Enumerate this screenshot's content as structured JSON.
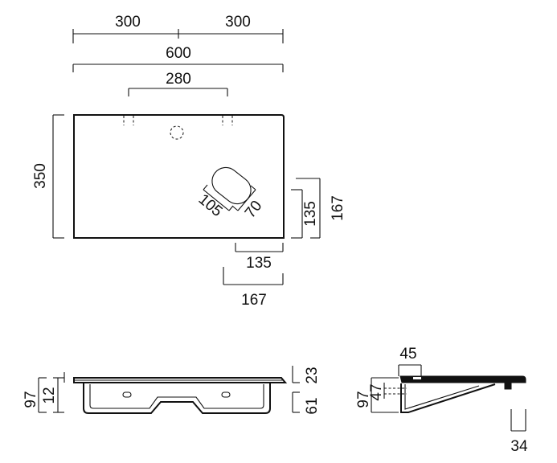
{
  "top_view": {
    "width_left_half": "300",
    "width_right_half": "300",
    "width_total": "600",
    "tap_hole_spacing": "280",
    "depth": "350",
    "soap_dish_length": "105",
    "soap_dish_width": "70",
    "soap_dish_offset_y_inner": "135",
    "soap_dish_offset_y_outer": "167",
    "soap_dish_offset_x_inner": "135",
    "soap_dish_offset_x_outer": "167"
  },
  "front_view": {
    "overall_height": "97",
    "top_thickness": "12",
    "upper_height": "23",
    "lower_height": "61"
  },
  "side_view": {
    "top_overhang": "45",
    "overall_height": "97",
    "bracket_height": "47",
    "front_lip": "34"
  }
}
